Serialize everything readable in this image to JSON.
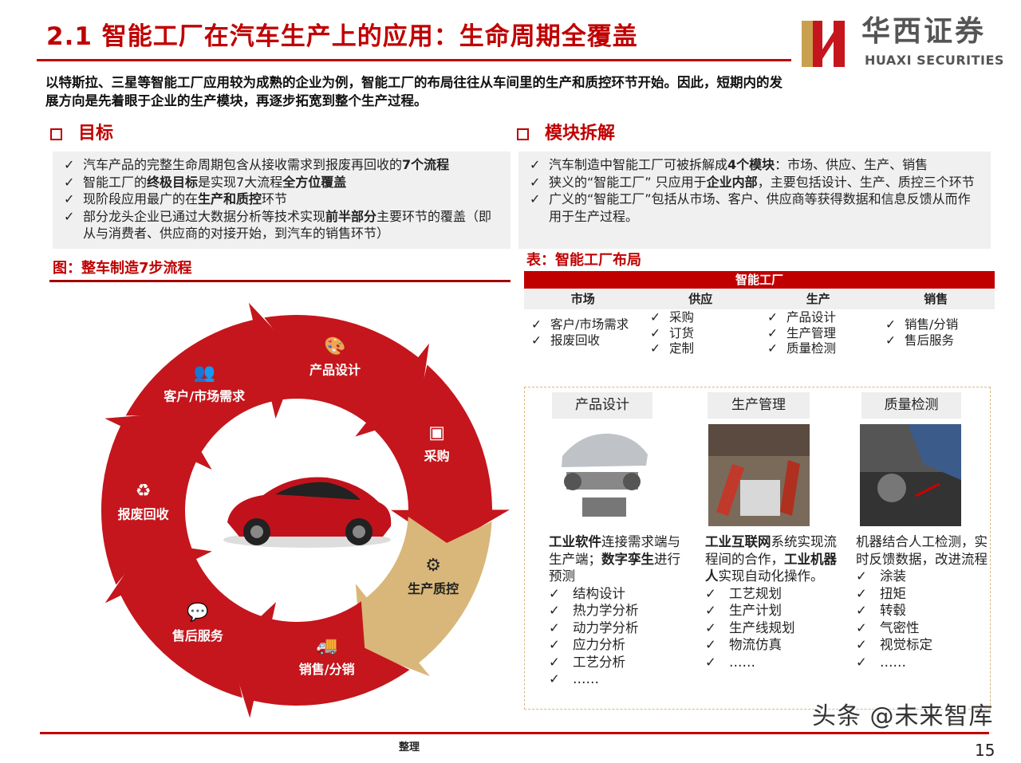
{
  "header": {
    "title": "2.1 智能工厂在汽车生产上的应用：生命周期全覆盖",
    "logo_cn": "华西证券",
    "logo_en": "HUAXI SECURITIES"
  },
  "intro": "以特斯拉、三星等智能工厂应用较为成熟的企业为例，智能工厂的布局往往从车间里的生产和质控环节开始。因此，短期内的发展方向是先着眼于企业的生产模块，再逐步拓宽到整个生产过程。",
  "goals": {
    "heading": "目标",
    "items": [
      [
        {
          "text": "汽车产品的完整生命周期包含从接收需求到报废再回收的"
        },
        {
          "text": "7个流程",
          "bold": true
        }
      ],
      [
        {
          "text": "智能工厂的"
        },
        {
          "text": "终极目标",
          "bold": true
        },
        {
          "text": "是实现7大流程"
        },
        {
          "text": "全方位覆盖",
          "bold": true
        }
      ],
      [
        {
          "text": "现阶段应用最广的在"
        },
        {
          "text": "生产和质控",
          "bold": true
        },
        {
          "text": "环节"
        }
      ],
      [
        {
          "text": "部分龙头企业已通过大数据分析等技术实现"
        },
        {
          "text": "前半部分",
          "bold": true
        },
        {
          "text": "主要环节的覆盖（即从与消费者、供应商的对接开始，到汽车的销售环节）"
        }
      ]
    ]
  },
  "modules": {
    "heading": "模块拆解",
    "items": [
      [
        {
          "text": "汽车制造中智能工厂可被拆解成"
        },
        {
          "text": "4个模块",
          "bold": true
        },
        {
          "text": "：市场、供应、生产、销售"
        }
      ],
      [
        {
          "text": "狭义的“智能工厂” 只应用于"
        },
        {
          "text": "企业内部",
          "bold": true
        },
        {
          "text": "，主要包括设计、生产、质控三个环节"
        }
      ],
      [
        {
          "text": "广义的“智能工厂”包括从市场、客户、供应商等获得数据和信息反馈从而作用于生产过程。"
        }
      ]
    ]
  },
  "figure": {
    "caption": "图：整车制造7步流程",
    "steps": [
      {
        "label": "客户/市场需求",
        "icon": "customer-icon"
      },
      {
        "label": "产品设计",
        "icon": "palette-icon"
      },
      {
        "label": "采购",
        "icon": "boxes-icon"
      },
      {
        "label": "生产质控",
        "icon": "gears-icon"
      },
      {
        "label": "销售/分销",
        "icon": "truck-icon"
      },
      {
        "label": "售后服务",
        "icon": "chat-icon"
      },
      {
        "label": "报废回收",
        "icon": "recycle-icon"
      }
    ],
    "colors": {
      "main": "#c4161c",
      "highlight": "#d9b77a"
    }
  },
  "table": {
    "caption": "表：智能工厂布局",
    "title": "智能工厂",
    "columns": [
      {
        "name": "市场",
        "items": [
          "客户/市场需求",
          "报废回收"
        ]
      },
      {
        "name": "供应",
        "items": [
          "采购",
          "订货",
          "定制"
        ]
      },
      {
        "name": "生产",
        "items": [
          "产品设计",
          "生产管理",
          "质量检测"
        ]
      },
      {
        "name": "销售",
        "items": [
          "销售/分销",
          "售后服务"
        ]
      }
    ]
  },
  "details": [
    {
      "title": "产品设计",
      "desc": [
        {
          "text": "工业软件",
          "bold": true
        },
        {
          "text": "连接需求端与生产端；"
        },
        {
          "text": "数字孪生",
          "bold": true
        },
        {
          "text": "进行预测"
        }
      ],
      "items": [
        "结构设计",
        "热力学分析",
        "动力学分析",
        "应力分析",
        "工艺分析",
        "……"
      ]
    },
    {
      "title": "生产管理",
      "desc": [
        {
          "text": "工业互联网",
          "bold": true
        },
        {
          "text": "系统实现流程间的合作，"
        },
        {
          "text": "工业机器人",
          "bold": true
        },
        {
          "text": "实现自动化操作。"
        }
      ],
      "items": [
        "工艺规划",
        "生产计划",
        "生产线规划",
        "物流仿真",
        "……"
      ]
    },
    {
      "title": "质量检测",
      "desc": [
        {
          "text": "机器结合人工检测，实时反馈数据，改进流程"
        }
      ],
      "items": [
        "涂装",
        "扭矩",
        "转毂",
        "气密性",
        "视觉标定",
        "……"
      ]
    }
  ],
  "footer": {
    "source": "整理",
    "page": "15",
    "watermark": "头条 @未来智库"
  },
  "check": "✓"
}
